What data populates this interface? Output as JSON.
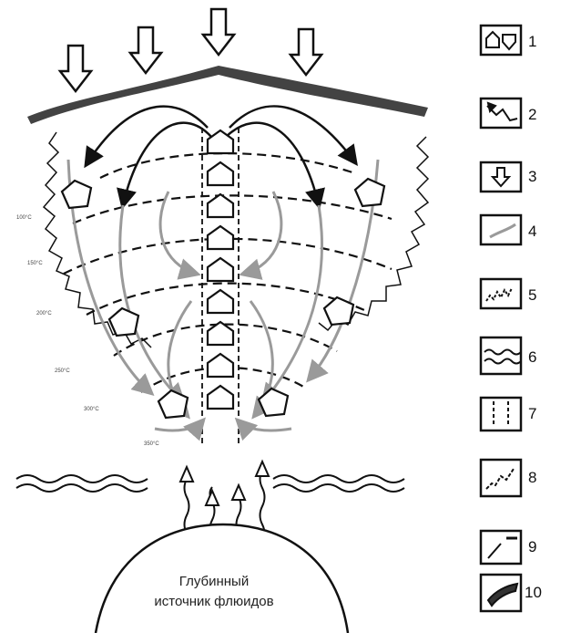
{
  "source": {
    "line1": "Глубинный",
    "line2": "источник флюидов"
  },
  "temperatures": [
    "100°C",
    "150°C",
    "200°C",
    "250°C",
    "300°C",
    "350°C"
  ],
  "legend": {
    "items": [
      {
        "num": "1",
        "icon": "mineral-crystal-icon"
      },
      {
        "num": "2",
        "icon": "flow-path-icon"
      },
      {
        "num": "3",
        "icon": "down-arrow-icon"
      },
      {
        "num": "4",
        "icon": "gray-arrow-icon"
      },
      {
        "num": "5",
        "icon": "dotted-wavy-icon"
      },
      {
        "num": "6",
        "icon": "double-wavy-icon"
      },
      {
        "num": "7",
        "icon": "vertical-dashed-icon"
      },
      {
        "num": "8",
        "icon": "vein-icon"
      },
      {
        "num": "9",
        "icon": "line-marker-icon"
      },
      {
        "num": "10",
        "icon": "hatched-body-icon"
      }
    ]
  },
  "colors": {
    "ink": "#111111",
    "gray_flow": "#9a9a9a",
    "background": "#ffffff"
  }
}
